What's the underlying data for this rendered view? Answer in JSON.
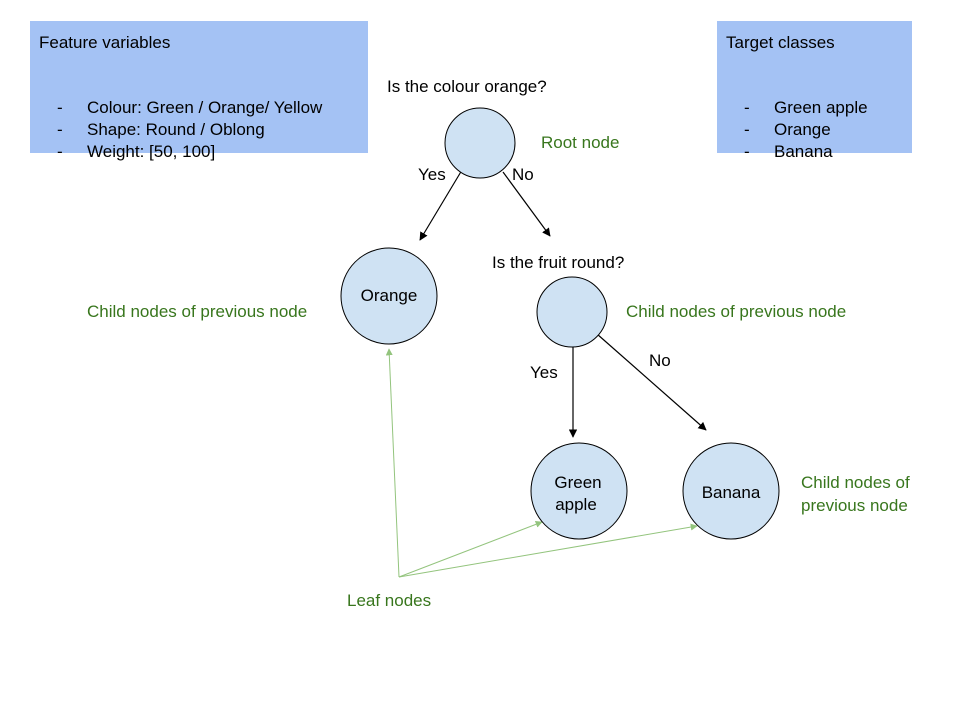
{
  "feature_box": {
    "title": "Feature variables",
    "items": [
      {
        "bullet": "-",
        "text": "Colour: Green / Orange/ Yellow"
      },
      {
        "bullet": "-",
        "text": "Shape: Round / Oblong"
      },
      {
        "bullet": "-",
        "text": "Weight: [50, 100]"
      }
    ]
  },
  "target_box": {
    "title": "Target classes",
    "items": [
      {
        "bullet": "-",
        "text": "Green apple"
      },
      {
        "bullet": "-",
        "text": "Orange"
      },
      {
        "bullet": "-",
        "text": "Banana"
      }
    ]
  },
  "questions": {
    "root": "Is the colour orange?",
    "second": "Is the fruit round?"
  },
  "edges": {
    "root_yes": "Yes",
    "root_no": "No",
    "second_yes": "Yes",
    "second_no": "No"
  },
  "nodes": {
    "orange": "Orange",
    "green_apple_line1": "Green",
    "green_apple_line2": "apple",
    "banana": "Banana"
  },
  "annotations": {
    "root_node": "Root node",
    "child_left": "Child nodes of previous node",
    "child_right": "Child nodes of previous node",
    "child_bottom_line1": "Child nodes of",
    "child_bottom_line2": "previous node",
    "leaf_nodes": "Leaf nodes"
  },
  "colors": {
    "box_fill": "#a4c2f4",
    "node_fill": "#cfe2f3",
    "annotation_green": "#38761d",
    "leaf_arrow_green": "#93c47d"
  }
}
